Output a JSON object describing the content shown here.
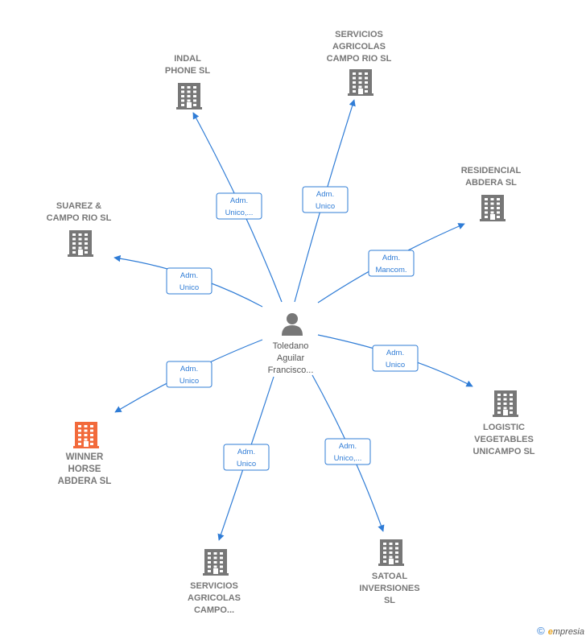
{
  "center": {
    "name_lines": [
      "Toledano",
      "Aguilar",
      "Francisco..."
    ]
  },
  "companies": [
    {
      "id": "indal",
      "lines": [
        "INDAL",
        "PHONE SL"
      ],
      "highlight": false
    },
    {
      "id": "servicios-rio",
      "lines": [
        "SERVICIOS",
        "AGRICOLAS",
        "CAMPO RIO SL"
      ],
      "highlight": false
    },
    {
      "id": "residencial",
      "lines": [
        "RESIDENCIAL",
        "ABDERA  SL"
      ],
      "highlight": false
    },
    {
      "id": "suarez",
      "lines": [
        "SUAREZ &",
        "CAMPO RIO  SL"
      ],
      "highlight": false
    },
    {
      "id": "logistic",
      "lines": [
        "LOGISTIC",
        "VEGETABLES",
        "UNICAMPO  SL"
      ],
      "highlight": false
    },
    {
      "id": "winner",
      "lines": [
        "WINNER",
        "HORSE",
        "ABDERA  SL"
      ],
      "highlight": true
    },
    {
      "id": "servicios-campo",
      "lines": [
        "SERVICIOS",
        "AGRICOLAS",
        "CAMPO..."
      ],
      "highlight": false
    },
    {
      "id": "satoal",
      "lines": [
        "SATOAL",
        "INVERSIONES",
        "SL"
      ],
      "highlight": false
    }
  ],
  "edges": [
    {
      "to": "indal",
      "lines": [
        "Adm.",
        "Unico,..."
      ]
    },
    {
      "to": "servicios-rio",
      "lines": [
        "Adm.",
        "Unico"
      ]
    },
    {
      "to": "residencial",
      "lines": [
        "Adm.",
        "Mancom."
      ]
    },
    {
      "to": "suarez",
      "lines": [
        "Adm.",
        "Unico"
      ]
    },
    {
      "to": "logistic",
      "lines": [
        "Adm.",
        "Unico"
      ]
    },
    {
      "to": "winner",
      "lines": [
        "Adm.",
        "Unico"
      ]
    },
    {
      "to": "servicios-campo",
      "lines": [
        "Adm.",
        "Unico"
      ]
    },
    {
      "to": "satoal",
      "lines": [
        "Adm.",
        "Unico,..."
      ]
    }
  ],
  "colors": {
    "edge": "#2f7cd6",
    "building": "#777777",
    "highlight": "#f26a3b",
    "person": "#777777"
  },
  "footer": {
    "copyright": "©",
    "brand_initial": "e",
    "brand_rest": "mpresia"
  }
}
